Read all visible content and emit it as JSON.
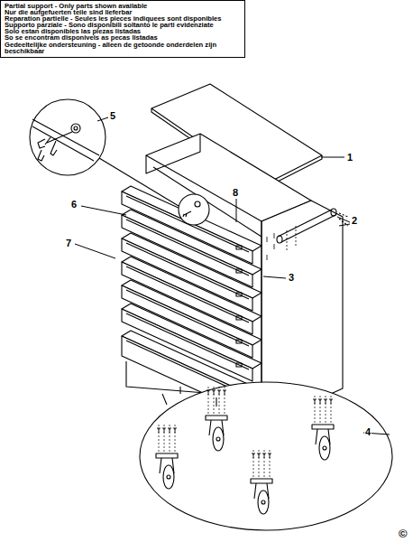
{
  "diagram": {
    "nodes": [
      {
        "text": [
          "Partial support - Only parts shown available",
          "Nur die aufgefuerten teile sind lieferbar",
          "Reparation partielle - Seules les pieces indiquees sont disponibles",
          "Supporto parziale - Sono disponibili soltanto le parti evidenziate",
          "Solo estan disponibles las piezas listadas",
          "So se encontram disponiveis as pecas listadas",
          "Gedeeltelijke ondersteuning - alleen de getoonde onderdelen zijn beschikbaar"
        ]
      }
    ],
    "labels": [
      "5",
      "1",
      "6",
      "8",
      "2",
      "7",
      "3",
      "4",
      "©"
    ]
  }
}
